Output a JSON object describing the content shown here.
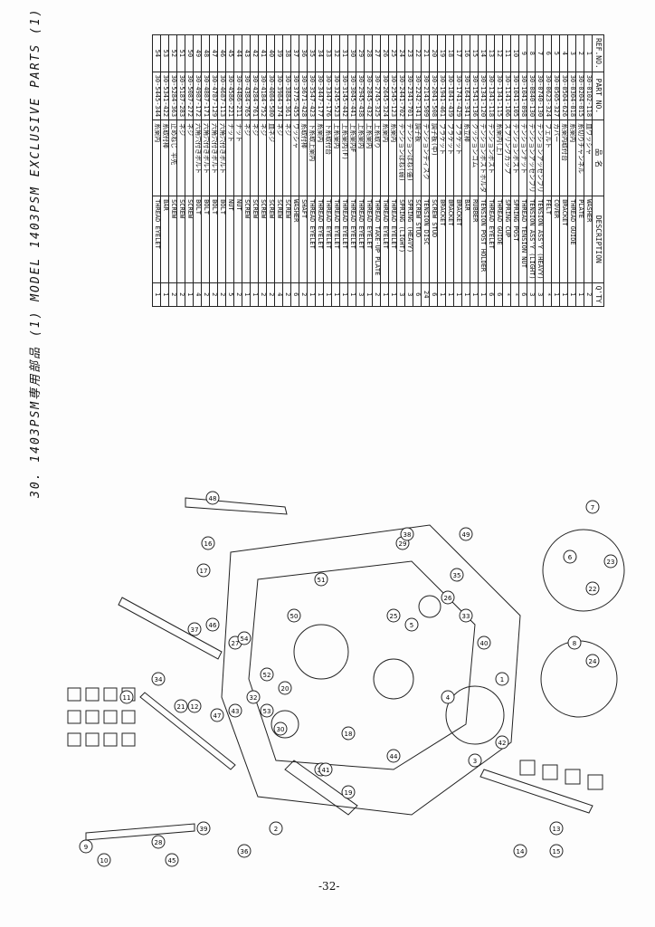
{
  "section_title": "30. 1403PSM専用部品 (1)  MODEL 1403PSM EXCLUSIVE PARTS (1)",
  "page_number": "-32-",
  "table": {
    "headers": {
      "ref": "REF.NO.",
      "part": "PART NO.",
      "jp": "品 名",
      "desc": "DESCRIPTION",
      "qty": "Q'TY"
    },
    "rows": [
      {
        "ref": "1",
        "part": "30-0102-118",
        "jp": "皿ワッシャ",
        "desc": "WASHER",
        "qty": "2"
      },
      {
        "ref": "2",
        "part": "30-0204-015",
        "jp": "糸切りチャンネル",
        "desc": "PLATE",
        "qty": "1"
      },
      {
        "ref": "3",
        "part": "30-0304-018",
        "jp": "糸案内",
        "desc": "THREAD GUIDE",
        "qty": "1"
      },
      {
        "ref": "4",
        "part": "30-0504-626",
        "jp": "糸案内取付台",
        "desc": "BRACKET",
        "qty": "1"
      },
      {
        "ref": "5",
        "part": "30-0505-327",
        "jp": "カバー",
        "desc": "COVER",
        "qty": "1"
      },
      {
        "ref": "6",
        "part": "30-0623-324",
        "jp": "フェルト",
        "desc": "FELT",
        "qty": "*"
      },
      {
        "ref": "7",
        "part": "30-0740-130",
        "jp": "テンションアッセンブリ",
        "desc": "TENSION ASS'Y (HEAVY)",
        "qty": "3"
      },
      {
        "ref": "8",
        "part": "30-0840-130",
        "jp": "テンションアッセンブリ",
        "desc": "TENSION ASS'Y (LIGHT)",
        "qty": "3"
      },
      {
        "ref": "9",
        "part": "30-1041-098",
        "jp": "テンションナット",
        "desc": "THREAD TENSION NUT",
        "qty": "6"
      },
      {
        "ref": "10",
        "part": "30-1041-105",
        "jp": "テンションポスト",
        "desc": "SPRING POST",
        "qty": "*"
      },
      {
        "ref": "11",
        "part": "30-1141-106",
        "jp": "スプリングカップ",
        "desc": "SPRING CUP",
        "qty": "*"
      },
      {
        "ref": "12",
        "part": "30-1341-115",
        "jp": "糸案内(上)",
        "desc": "THREAD GUIDE",
        "qty": "6"
      },
      {
        "ref": "13",
        "part": "30-1341-118",
        "jp": "テンションポスト",
        "desc": "THREAD EYELET",
        "qty": "6"
      },
      {
        "ref": "14",
        "part": "30-1341-120",
        "jp": "テンションポストホルダ",
        "desc": "TENSION POST HOLDER",
        "qty": "1"
      },
      {
        "ref": "15",
        "part": "30-1541-136",
        "jp": "クッションゴム",
        "desc": "RUBBER",
        "qty": "1"
      },
      {
        "ref": "16",
        "part": "30-1641-341",
        "jp": "糸立棒",
        "desc": "BAR",
        "qty": "1"
      },
      {
        "ref": "17",
        "part": "30-1741-429",
        "jp": "ブラケット",
        "desc": "BRACKET",
        "qty": "1"
      },
      {
        "ref": "18",
        "part": "30-1841-439",
        "jp": "ブラケット",
        "desc": "BRACKET",
        "qty": "1"
      },
      {
        "ref": "19",
        "part": "30-1941-461",
        "jp": "ブラケット",
        "desc": "BRACKET",
        "qty": "1"
      },
      {
        "ref": "20",
        "part": "30-2041-508",
        "jp": "調子板(中)",
        "desc": "SCREW STUD",
        "qty": "6"
      },
      {
        "ref": "21",
        "part": "30-2141-509",
        "jp": "テンションディスク",
        "desc": "TENSION DISC",
        "qty": "24"
      },
      {
        "ref": "22",
        "part": "30-2242-141",
        "jp": "調子板",
        "desc": "SCREW STUD",
        "qty": "6"
      },
      {
        "ref": "23",
        "part": "30-2341-701",
        "jp": "テンションばね(強)",
        "desc": "SPRING (HEAVY)",
        "qty": "3"
      },
      {
        "ref": "24",
        "part": "30-2441-702",
        "jp": "テンションばね(弱)",
        "desc": "SPRING (LIGHT)",
        "qty": "3"
      },
      {
        "ref": "25",
        "part": "30-2545-123",
        "jp": "糸案内",
        "desc": "THREAD EYELET",
        "qty": "1"
      },
      {
        "ref": "26",
        "part": "30-2645-324",
        "jp": "糸案内",
        "desc": "THREAD EYELET",
        "qty": "1"
      },
      {
        "ref": "27",
        "part": "30-2745-325",
        "jp": "上糸取り",
        "desc": "THREAD TAKE-UP PLATE",
        "qty": "2"
      },
      {
        "ref": "28",
        "part": "30-2845-432",
        "jp": "上糸案内",
        "desc": "THREAD EYELET",
        "qty": "1"
      },
      {
        "ref": "29",
        "part": "30-2945-438",
        "jp": "上糸案内",
        "desc": "THREAD EYELET",
        "qty": "3"
      },
      {
        "ref": "30",
        "part": "30-3045-441",
        "jp": "上糸案内F",
        "desc": "THREAD EYELET",
        "qty": "1"
      },
      {
        "ref": "31",
        "part": "30-3145-442",
        "jp": "上糸案内(F)",
        "desc": "THREAD EYELET",
        "qty": "1"
      },
      {
        "ref": "32",
        "part": "30-3245-523",
        "jp": "上糸案内",
        "desc": "THREAD EYELET",
        "qty": "1"
      },
      {
        "ref": "33",
        "part": "30-3347-176",
        "jp": "下糸取付台",
        "desc": "THREAD EYELET",
        "qty": "1"
      },
      {
        "ref": "34",
        "part": "30-3447-177",
        "jp": "糸案内",
        "desc": "THREAD EYELET",
        "qty": "1"
      },
      {
        "ref": "35",
        "part": "30-3547-423",
        "jp": "下糸取上案内",
        "desc": "THREAD EYELET",
        "qty": "1"
      },
      {
        "ref": "36",
        "part": "30-3671-428",
        "jp": "糸取付棒",
        "desc": "SHAFT",
        "qty": "2"
      },
      {
        "ref": "37",
        "part": "30-3775-455",
        "jp": "ワッシャ",
        "desc": "WASHER",
        "qty": "6"
      },
      {
        "ref": "38",
        "part": "30-3884-361",
        "jp": "ネジ",
        "desc": "SCREW",
        "qty": "2"
      },
      {
        "ref": "39",
        "part": "30-3984-374",
        "jp": "ネジ",
        "desc": "SCREW",
        "qty": "4"
      },
      {
        "ref": "40",
        "part": "30-4084-580",
        "jp": "皿ネジ",
        "desc": "SCREW",
        "qty": "2"
      },
      {
        "ref": "41",
        "part": "30-4184-752",
        "jp": "ネジ",
        "desc": "SCREW",
        "qty": "2"
      },
      {
        "ref": "42",
        "part": "30-4284-761",
        "jp": "ネジ",
        "desc": "SCREW",
        "qty": "1"
      },
      {
        "ref": "43",
        "part": "30-4384-765",
        "jp": "ネジ",
        "desc": "SCREW",
        "qty": "1"
      },
      {
        "ref": "44",
        "part": "30-4486-211",
        "jp": "ナット",
        "desc": "NUT",
        "qty": "2"
      },
      {
        "ref": "45",
        "part": "30-4586-221",
        "jp": "ナット",
        "desc": "NUT",
        "qty": "5"
      },
      {
        "ref": "46",
        "part": "30-4687-113",
        "jp": "六角穴付きボルト",
        "desc": "BOLT",
        "qty": "2"
      },
      {
        "ref": "47",
        "part": "30-4787-129",
        "jp": "六角穴付きボルト",
        "desc": "BOLT",
        "qty": "2"
      },
      {
        "ref": "48",
        "part": "30-4887-171",
        "jp": "六角穴付きボルト",
        "desc": "BOLT",
        "qty": "2"
      },
      {
        "ref": "49",
        "part": "30-4987-172",
        "jp": "六角穴付きボルト",
        "desc": "BOLT",
        "qty": "4"
      },
      {
        "ref": "50",
        "part": "30-5087-272",
        "jp": "ネジ",
        "desc": "SCREW",
        "qty": "1"
      },
      {
        "ref": "51",
        "part": "30-5187-283",
        "jp": "ネジ",
        "desc": "SCREW",
        "qty": "2"
      },
      {
        "ref": "52",
        "part": "30-5284-363",
        "jp": "止めねじ 平先",
        "desc": "SCREW",
        "qty": "2"
      },
      {
        "ref": "53",
        "part": "30-5341-422",
        "jp": "糸取付棒",
        "desc": "BAR",
        "qty": "1"
      },
      {
        "ref": "54",
        "part": "30-5445-344",
        "jp": "糸案内",
        "desc": "THREAD EYELET",
        "qty": "1"
      }
    ]
  },
  "callouts": [
    "1",
    "2",
    "3",
    "4",
    "5",
    "6",
    "7",
    "8",
    "9",
    "10",
    "11",
    "12",
    "13",
    "14",
    "15",
    "16",
    "17",
    "18",
    "19",
    "20",
    "21",
    "22",
    "23",
    "24",
    "25",
    "26",
    "27",
    "28",
    "29",
    "30",
    "31",
    "32",
    "33",
    "34",
    "35",
    "36",
    "37",
    "38",
    "39",
    "40",
    "41",
    "42",
    "43",
    "44",
    "45",
    "46",
    "47",
    "48",
    "49",
    "50",
    "51",
    "52",
    "53",
    "54"
  ]
}
